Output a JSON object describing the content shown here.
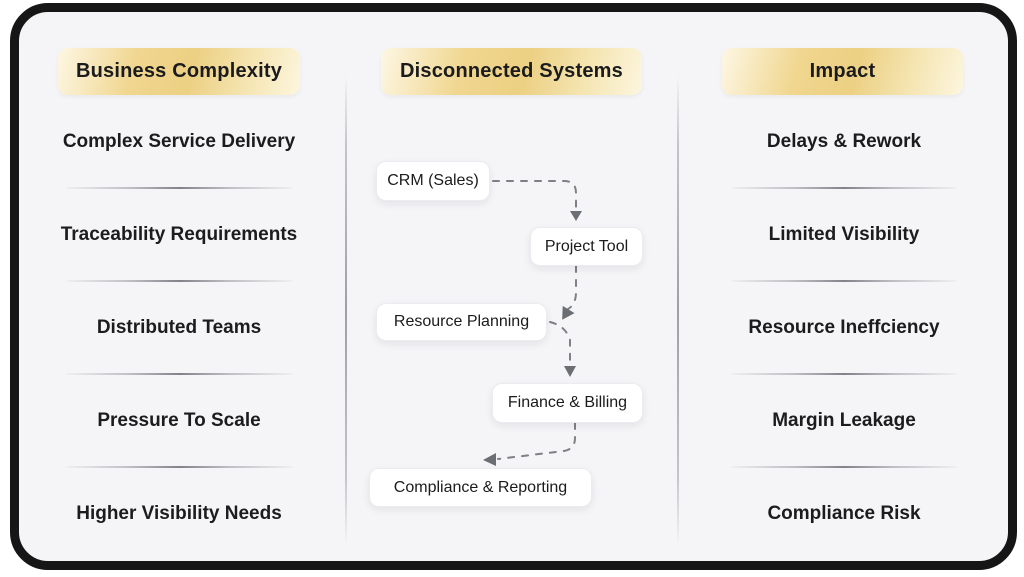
{
  "colors": {
    "card_background": "#f5f5f7",
    "card_border": "#161616",
    "header_gold": "#ecd083",
    "header_gold_light": "#fdf7e4",
    "text": "#1c1c1e",
    "connector_gray": "#7d8084",
    "node_background": "#ffffff"
  },
  "columns": {
    "left": {
      "title": "Business Complexity",
      "items": [
        "Complex Service Delivery",
        "Traceability Requirements",
        "Distributed Teams",
        "Pressure To Scale",
        "Higher Visibility Needs"
      ]
    },
    "middle": {
      "title": "Disconnected Systems",
      "nodes": [
        "CRM (Sales)",
        "Project Tool",
        "Resource Planning",
        "Finance & Billing",
        "Compliance & Reporting"
      ]
    },
    "right": {
      "title": "Impact",
      "items": [
        "Delays & Rework",
        "Limited Visibility",
        "Resource Ineffciency",
        "Margin Leakage",
        "Compliance Risk"
      ]
    }
  }
}
